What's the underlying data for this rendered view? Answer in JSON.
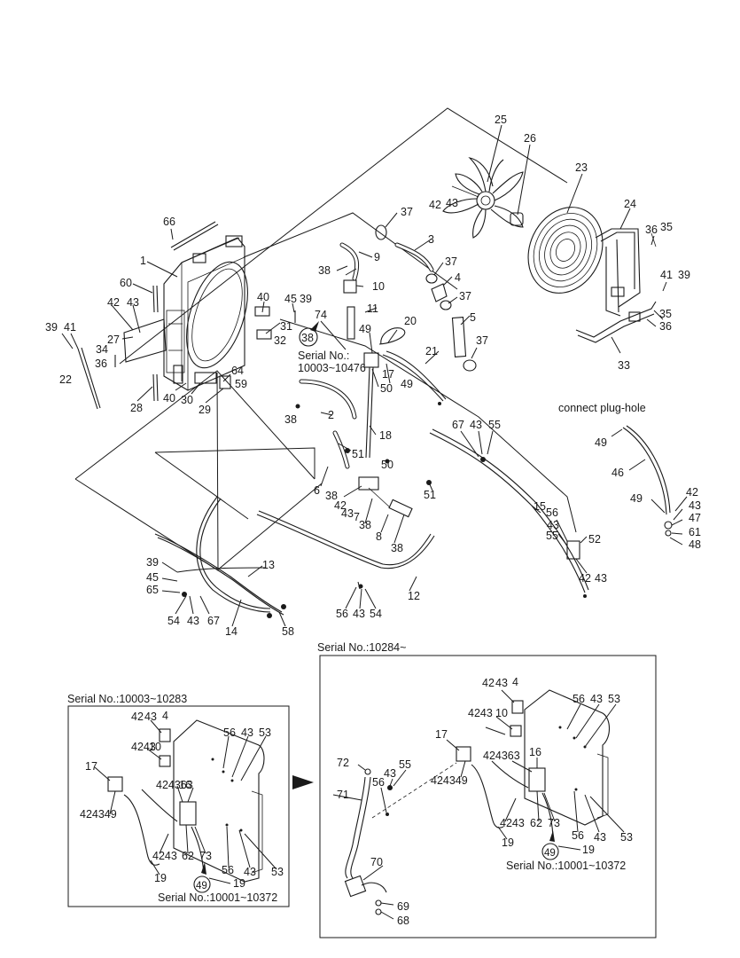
{
  "notes": {
    "connect_plug_hole": "connect plug-hole",
    "serial_main_label": "Serial No.:",
    "serial_main_range": "10003~10476",
    "inset_left_title": "Serial No.:10003~10283",
    "inset_left_footer": "Serial No.:10001~10372",
    "inset_right_title": "Serial No.:10284~",
    "inset_right_footer": "Serial No.:10001~10372"
  },
  "callouts_circled": {
    "main_38": "38",
    "inset_left_49": "49",
    "inset_right_49": "49"
  },
  "main_numbers": {
    "n66": "66",
    "n1": "1",
    "n60": "60",
    "n42a": "42",
    "n43a": "43",
    "n39a": "39",
    "n41a": "41",
    "n27": "27",
    "n34": "34",
    "n36a": "36",
    "n22": "22",
    "n28": "28",
    "n40a": "40",
    "n30": "30",
    "n29": "29",
    "n64": "64",
    "n59": "59",
    "n40b": "40",
    "n45a": "45",
    "n39b": "39",
    "n31": "31",
    "n32": "32",
    "n74": "74",
    "n38a": "38",
    "n2": "2",
    "n51a": "51",
    "n6": "6",
    "n38b": "38",
    "n42b": "42",
    "n43b": "43",
    "n7": "7",
    "n38c": "38",
    "n8": "8",
    "n38d": "38",
    "n51b": "51",
    "n50a": "50",
    "n18": "18",
    "n17": "17",
    "n50b": "50",
    "n49a": "49",
    "n11": "11",
    "n20": "20",
    "n21": "21",
    "n49b": "49",
    "n10": "10",
    "n9": "9",
    "n38e": "38",
    "n37a": "37",
    "n3": "3",
    "n37b": "37",
    "n4": "4",
    "n37c": "37",
    "n5": "5",
    "n37d": "37",
    "n25": "25",
    "n26": "26",
    "n42c": "42",
    "n43c": "43",
    "n23": "23",
    "n24": "24",
    "n36b": "36",
    "n35a": "35",
    "n41b": "41",
    "n39c": "39",
    "n35b": "35",
    "n36c": "36",
    "n33": "33",
    "n67a": "67",
    "n43d": "43",
    "n55a": "55",
    "n15": "15",
    "n56a": "56",
    "n43e": "43",
    "n55b": "55",
    "n52": "52",
    "n42d": "42",
    "n43f": "43",
    "n49c": "49",
    "n46": "46",
    "n49d": "49",
    "n42e": "42",
    "n43g": "43",
    "n47": "47",
    "n61": "61",
    "n48": "48",
    "n39d": "39",
    "n45b": "45",
    "n65": "65",
    "n13": "13",
    "n54a": "54",
    "n43h": "43",
    "n67b": "67",
    "n14": "14",
    "n58": "58",
    "n56b": "56",
    "n43i": "43",
    "n54b": "54",
    "n12": "12"
  },
  "inset_left_numbers": {
    "n42": "42",
    "n43": "43",
    "n4": "4",
    "n4243": "4243",
    "n10": "10",
    "n56": "56",
    "n43b": "43",
    "n53": "53",
    "n17": "17",
    "n424363": "424363",
    "n16": "16",
    "n424349": "424349",
    "n4243b": "4243",
    "n62": "62",
    "n73": "73",
    "n19": "19",
    "n56b": "56",
    "n43c": "43",
    "n53b": "53",
    "n19b": "19"
  },
  "inset_right_numbers": {
    "n42": "42",
    "n43": "43",
    "n4": "4",
    "n4243": "4243",
    "n10": "10",
    "n56": "56",
    "n43b": "43",
    "n53": "53",
    "n17": "17",
    "n72": "72",
    "n43c": "43",
    "n55": "55",
    "n56b": "56",
    "n424363": "424363",
    "n16": "16",
    "n71": "71",
    "n424349": "424349",
    "n4243b": "4243",
    "n62": "62",
    "n73": "73",
    "n19": "19",
    "n56c": "56",
    "n43d": "43",
    "n53b": "53",
    "n19b": "19",
    "n70": "70",
    "n69": "69",
    "n68": "68"
  }
}
